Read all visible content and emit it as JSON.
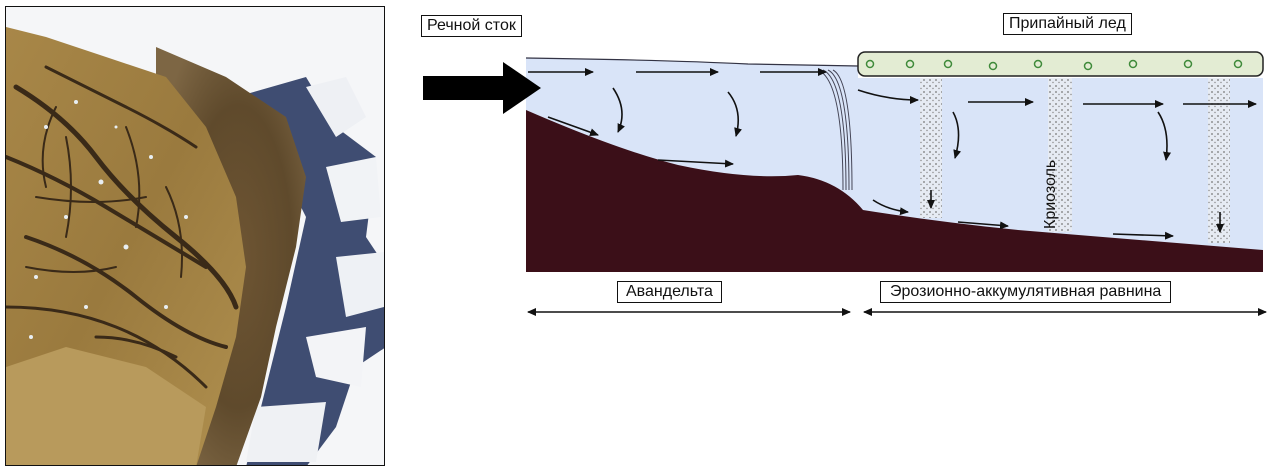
{
  "labels": {
    "river_runoff": "Речной сток",
    "fast_ice": "Припайный лед",
    "cryosol": "Криозоль",
    "avandelta": "Авандельта",
    "erosion_plain": "Эрозионно-аккумулятивная равнина"
  },
  "colors": {
    "water": "#d9e4f8",
    "seabed": "#3b0f18",
    "ice": "#e3ecd3",
    "arrow": "#111111",
    "delta_land": "#9c7a3e",
    "delta_channel": "#3a2a18",
    "sea_plume": "#6b5232",
    "sea_ice": "#ffffff",
    "open_water": "#1f2f5a"
  }
}
